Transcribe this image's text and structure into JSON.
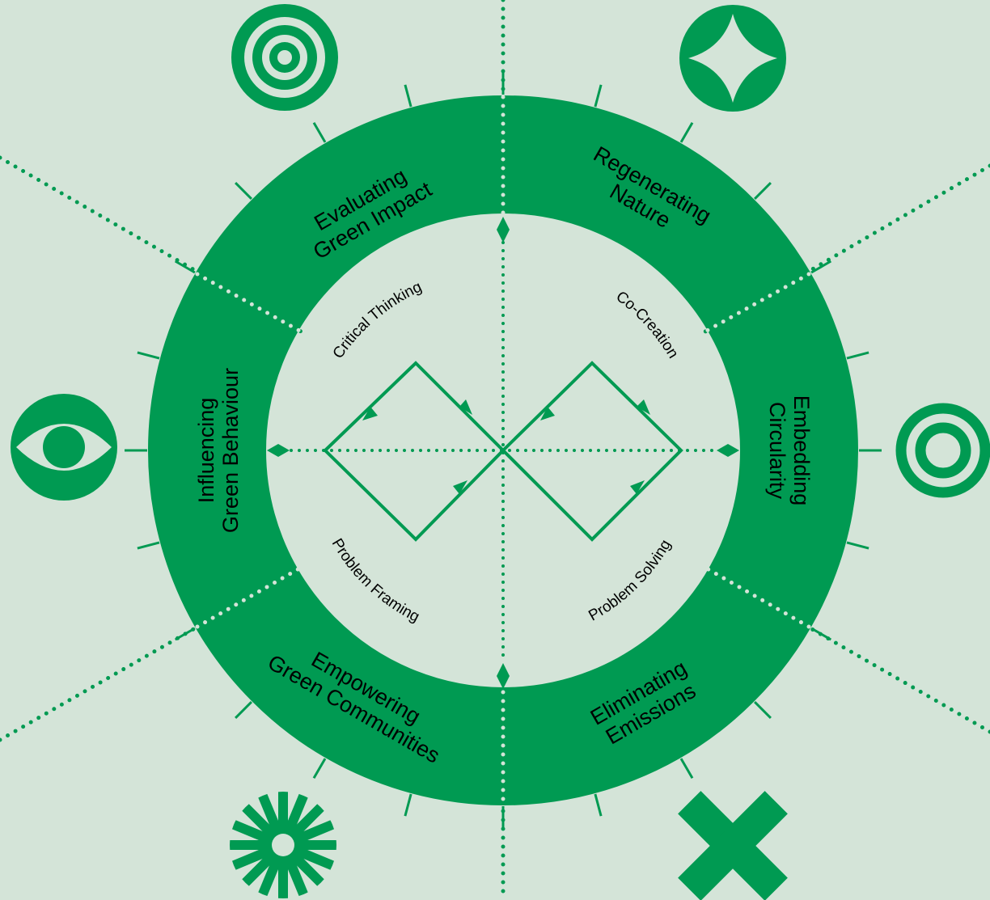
{
  "colors": {
    "background": "#d4e4d8",
    "accent": "#009a52",
    "text": "#000000"
  },
  "segments": [
    {
      "line1": "Evaluating",
      "line2": "Green Impact",
      "icon": "concentric-circles-icon"
    },
    {
      "line1": "Regenerating",
      "line2": "Nature",
      "icon": "four-point-star-icon"
    },
    {
      "line1": "Embedding",
      "line2": "Circularity",
      "icon": "ring-icon"
    },
    {
      "line1": "Eliminating",
      "line2": "Emissions",
      "icon": "cross-icon"
    },
    {
      "line1": "Empowering",
      "line2": "Green Communities",
      "icon": "sunburst-icon"
    },
    {
      "line1": "Influencing",
      "line2": "Green Behaviour",
      "icon": "eye-icon"
    }
  ],
  "skills": {
    "top_left": "Critical Thinking",
    "top_right": "Co-Creation",
    "bottom_left": "Problem Framing",
    "bottom_right": "Problem Solving"
  }
}
